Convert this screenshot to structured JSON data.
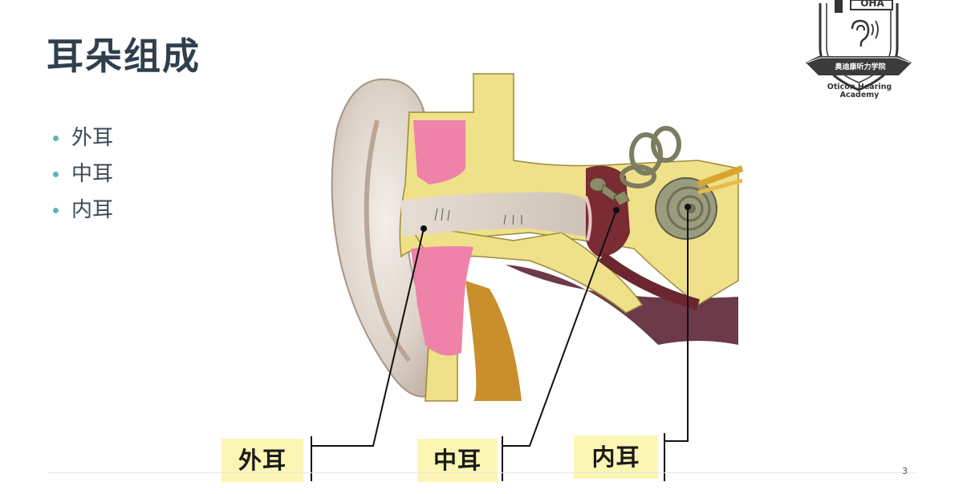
{
  "slide": {
    "title": "耳朵组成",
    "page_number": "3"
  },
  "bullets": [
    "外耳",
    "中耳",
    "内耳"
  ],
  "labels": {
    "outer": "外耳",
    "middle": "中耳",
    "inner": "内耳"
  },
  "logo": {
    "abbr": "OHA",
    "banner": "奥迪康听力学院",
    "name_line1": "Oticon Hearing",
    "name_line2": "Academy"
  },
  "colors": {
    "title": "#2f3f4e",
    "bullet_dot": "#5fb3b3",
    "label_bg": "#fbf6b4"
  }
}
